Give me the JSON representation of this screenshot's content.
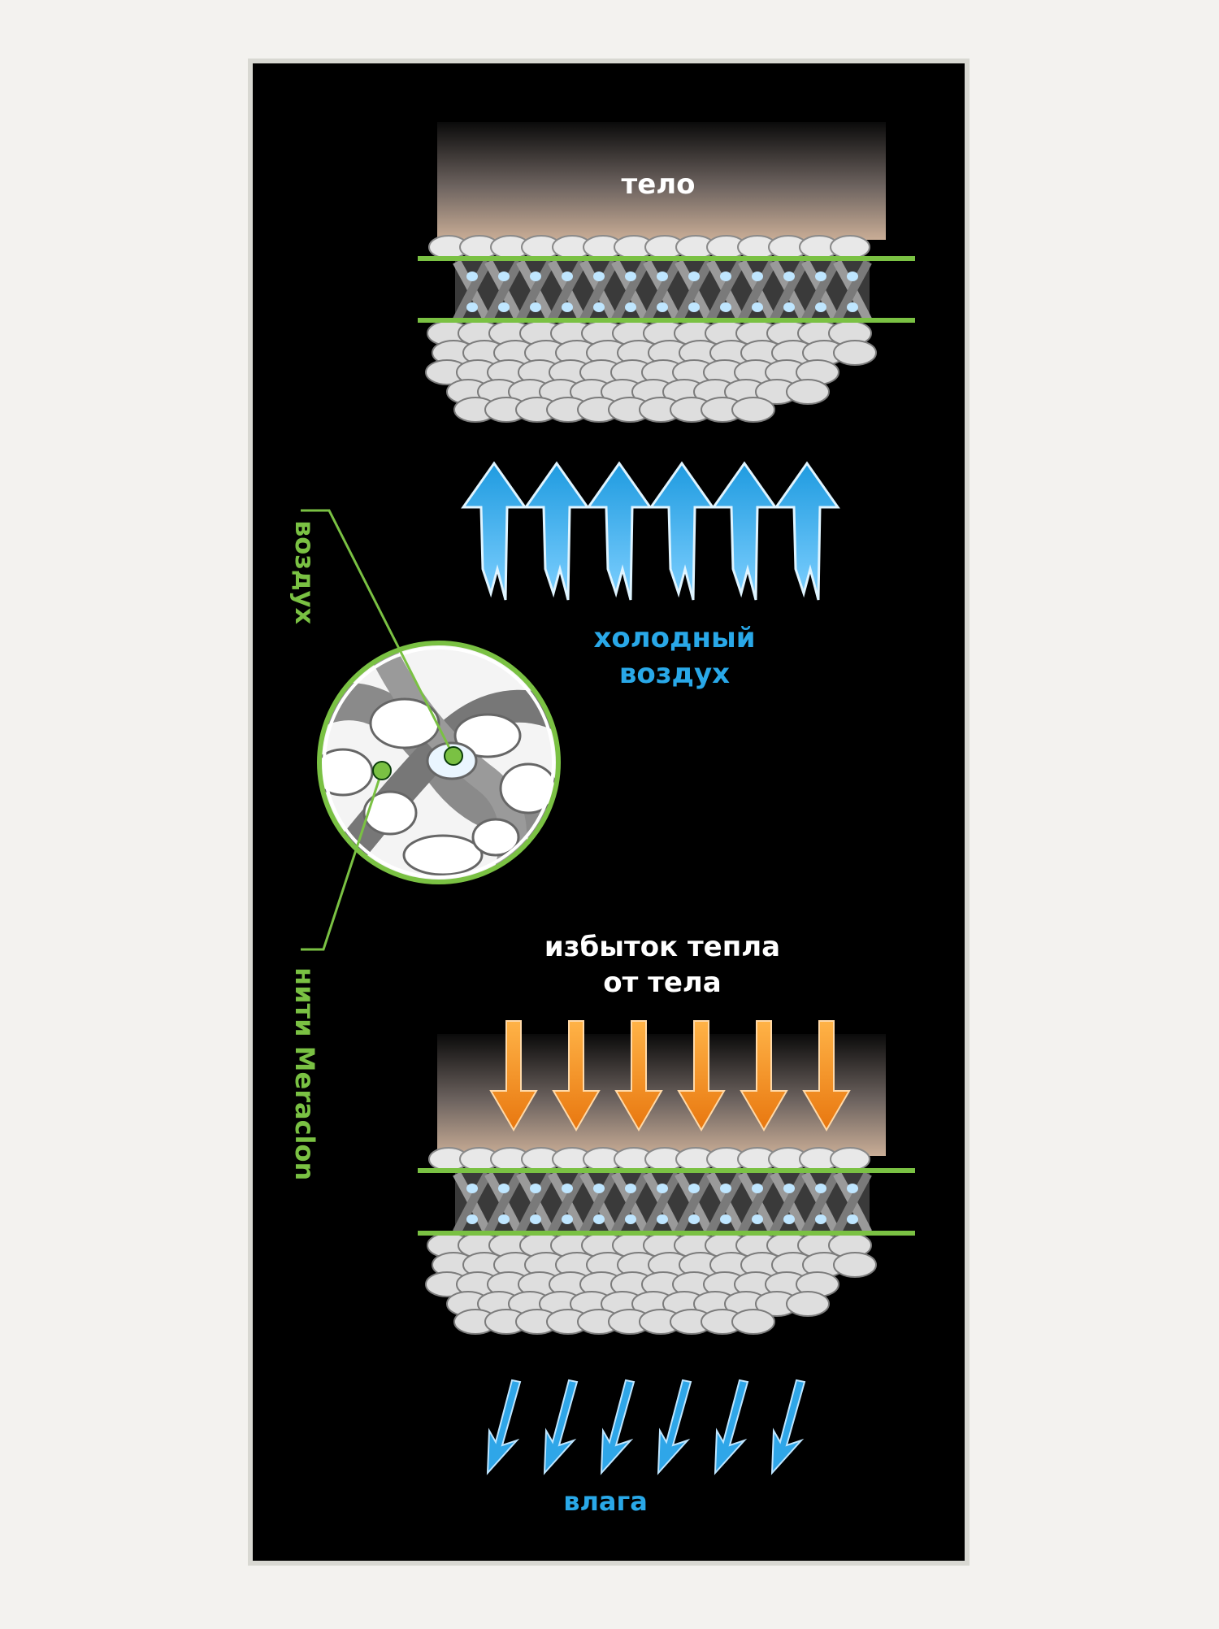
{
  "labels": {
    "body": "тело",
    "cold_air": [
      "холодный",
      "воздух"
    ],
    "excess_heat": [
      "избыток тепла",
      "от тела"
    ],
    "moisture": "влага",
    "air": "воздух",
    "threads": "нити Meraclon"
  },
  "colors": {
    "background": "#000000",
    "page": "#f3f2ef",
    "accent_green": "#7ac143",
    "cold_blue": "#29a8e8",
    "warm_orange": "#f39323",
    "label_white": "#ffffff",
    "fabric_white": "#e6e6e6",
    "fabric_grey": "#8c8c8c"
  },
  "icons": {
    "cold_air": "arrow-up-icon",
    "heat": "arrow-down-icon",
    "moisture": "arrow-down-left-icon"
  }
}
